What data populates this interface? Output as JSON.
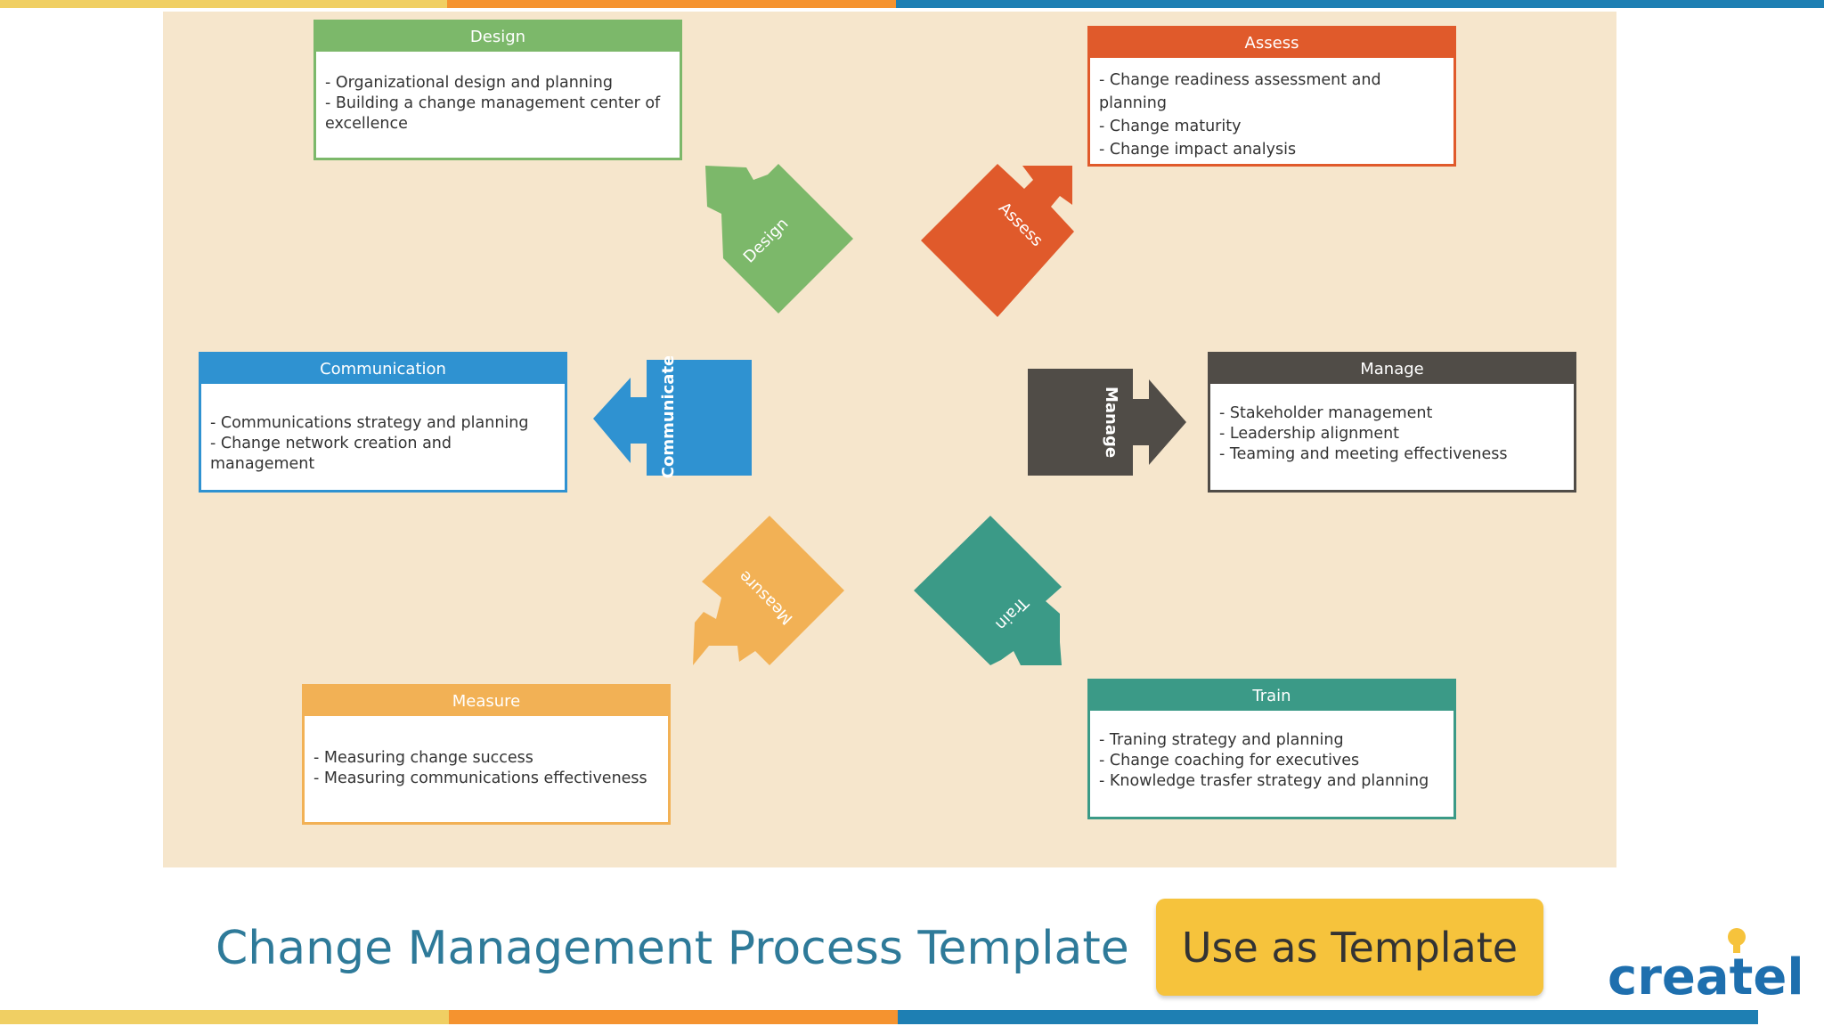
{
  "colors": {
    "canvas_bg": "#f6e6cc",
    "yellow": "#f0cf63",
    "orange": "#f5932f",
    "blue": "#1e7fb3",
    "design": "#7cb86a",
    "assess": "#e05a2b",
    "communication": "#2f92d1",
    "manage": "#504c47",
    "measure": "#f2b155",
    "train": "#3b9a87",
    "title_text": "#2e7a99",
    "button_bg": "#f6c33c"
  },
  "cards": {
    "design": {
      "title": "Design",
      "items": [
        "- Organizational design and planning",
        "- Building a change management center of excellence"
      ]
    },
    "assess": {
      "title": "Assess",
      "items": [
        "- Change readiness assessment and planning",
        "- Change maturity",
        "- Change impact analysis"
      ]
    },
    "communication": {
      "title": "Communication",
      "items": [
        "- Communications strategy and planning",
        "- Change network creation and management"
      ]
    },
    "manage": {
      "title": "Manage",
      "items": [
        "- Stakeholder management",
        "- Leadership alignment",
        "- Teaming and meeting effectiveness"
      ]
    },
    "measure": {
      "title": "Measure",
      "items": [
        "- Measuring change success",
        "- Measuring communications effectiveness"
      ]
    },
    "train": {
      "title": "Train",
      "items": [
        "- Traning strategy and planning",
        "- Change coaching for executives",
        "- Knowledge trasfer strategy and planning"
      ]
    }
  },
  "pieces": {
    "design": "Design",
    "assess": "Assess",
    "communicate": "Communicate",
    "manage": "Manage",
    "measure": "Measure",
    "train": "Train"
  },
  "footer": {
    "title": "Change Management Process Template",
    "button_label": "Use as Template",
    "logo_text": "creately"
  }
}
